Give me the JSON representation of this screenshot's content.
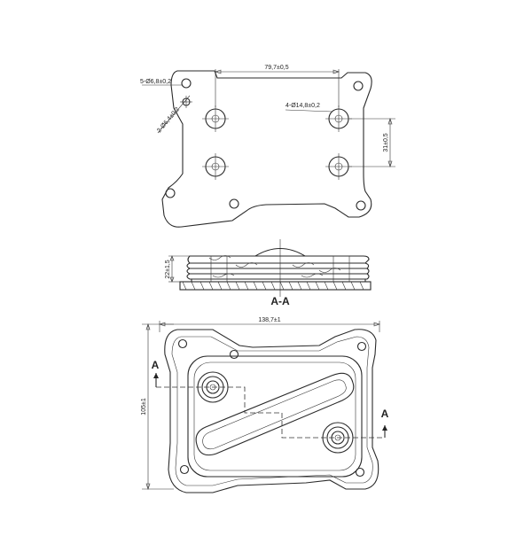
{
  "top_view": {
    "dim_width": "79,7±0,5",
    "dim_height": "31±0,5",
    "hole_note_left": "5-Ø6,8±0,2",
    "hole_note_left2": "2-Ø6,4±0,2",
    "hole_note_right": "4-Ø14,8±0,2"
  },
  "side_view": {
    "dim_height": "22±1,5",
    "section_label": "A-A"
  },
  "bottom_view": {
    "dim_width": "138,7±1",
    "dim_height": "105±1",
    "cut_mark_left": "A",
    "cut_mark_right": "A"
  }
}
